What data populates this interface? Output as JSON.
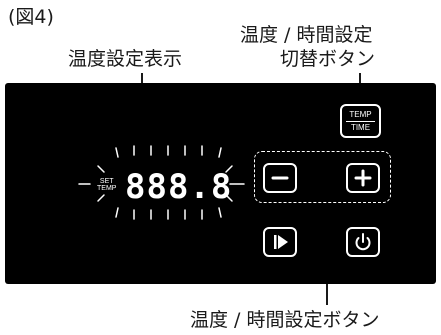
{
  "figure_label": "(図4)",
  "captions": {
    "display": "温度設定表示",
    "toggle_line1": "温度 / 時間設定",
    "toggle_line2": "切替ボタン",
    "buttons": "温度 / 時間設定ボタン"
  },
  "display": {
    "set_line1": "SET",
    "set_line2": "TEMP",
    "digits": "888.8"
  },
  "keys": {
    "toggle_top": "TEMP",
    "toggle_bottom": "TIME",
    "minus": "minus-icon",
    "plus": "plus-icon",
    "play": "play-icon",
    "power": "power-icon"
  },
  "colors": {
    "panel": "#000000",
    "foreground": "#ffffff",
    "text": "#1a1a1a"
  }
}
